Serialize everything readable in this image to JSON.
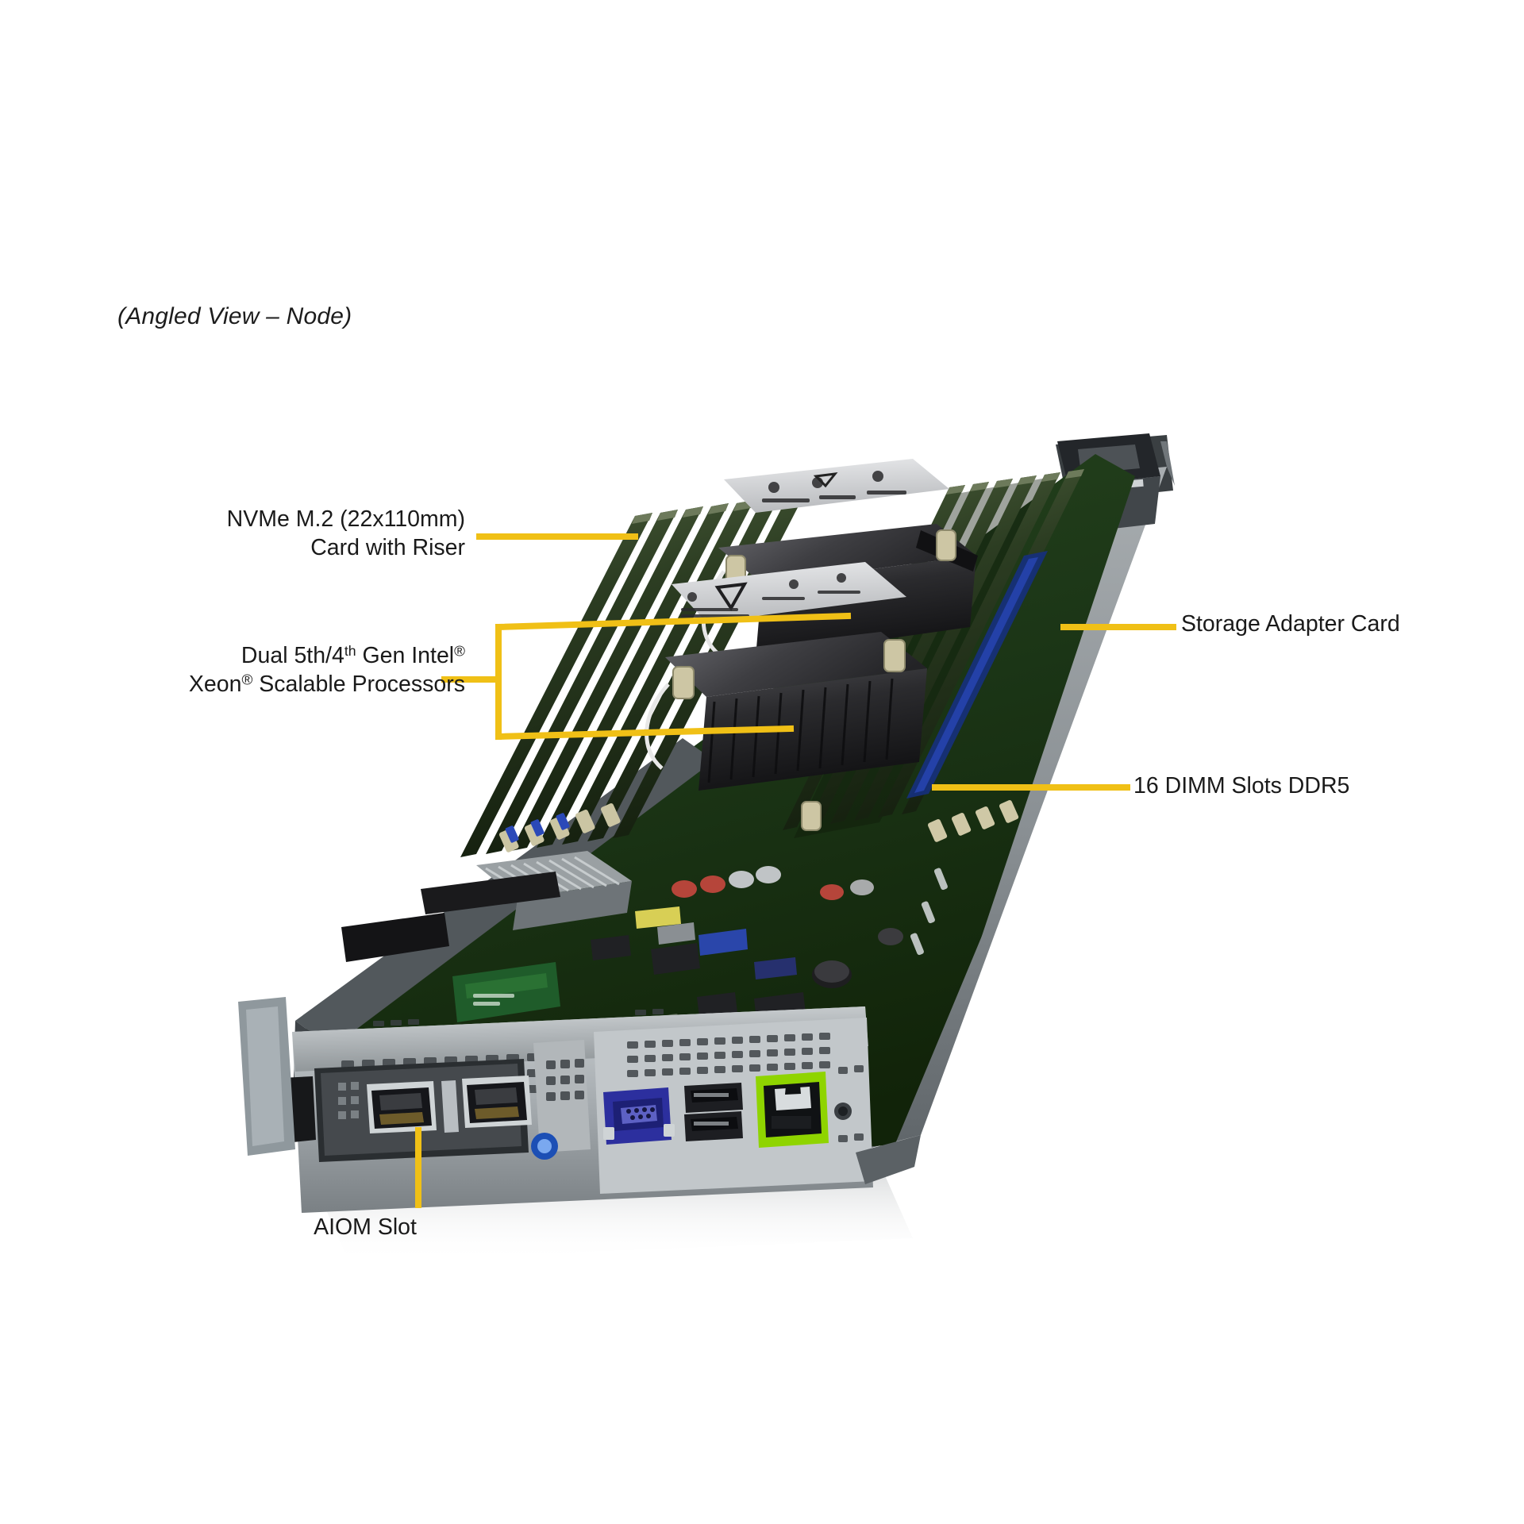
{
  "figure": {
    "view_title": "(Angled View – Node)",
    "accent_color": "#f0c016",
    "text_color": "#1a1a1a",
    "background_color": "#ffffff"
  },
  "callouts": [
    {
      "id": "nvme",
      "name": "callout-nvme-m2",
      "line1": "NVMe M.2 (22x110mm)",
      "line2": "Card with Riser",
      "side": "left"
    },
    {
      "id": "cpu",
      "name": "callout-processors",
      "line1_pre": "Dual 5th/4",
      "line1_sup": "th",
      "line1_post": " Gen Intel",
      "line1_reg": "®",
      "line2_pre": "Xeon",
      "line2_reg": "®",
      "line2_post": " Scalable Processors",
      "side": "left"
    },
    {
      "id": "aiom",
      "name": "callout-aiom-slot",
      "line1": "AIOM Slot",
      "side": "bottom"
    },
    {
      "id": "storage",
      "name": "callout-storage-adapter-card",
      "line1": "Storage Adapter Card",
      "side": "right"
    },
    {
      "id": "dimm",
      "name": "callout-dimm-slots",
      "line1": "16 DIMM Slots DDR5",
      "side": "right"
    }
  ],
  "product": {
    "components": [
      "NVMe M.2 (22x110mm) Card with Riser",
      "Dual 5th/4th Gen Intel Xeon Scalable Processors",
      "AIOM Slot",
      "Storage Adapter Card",
      "16 DIMM Slots DDR5"
    ],
    "rear_io": {
      "vga_color": "#2c2f9e",
      "usb_color": "#222228",
      "ipmi_lan_color": "#8fd400",
      "chassis_color": "#b9bec2"
    }
  }
}
